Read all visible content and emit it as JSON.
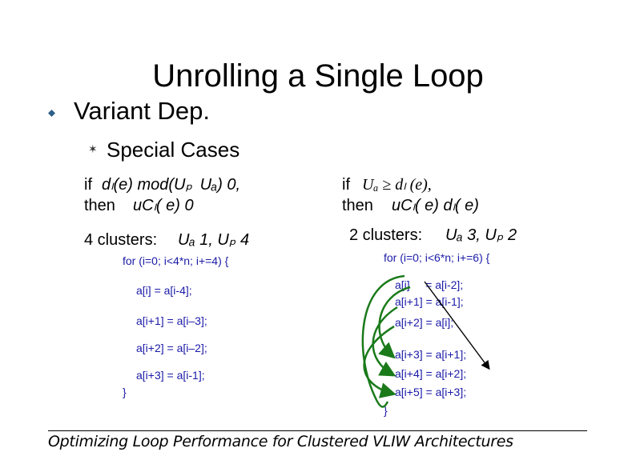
{
  "slide": {
    "title": "Unrolling a Single Loop",
    "bullet1": "Variant Dep.",
    "bullet2": "Special Cases",
    "footer": "Optimizing Loop Performance for Clustered VLIW Architectures"
  },
  "left": {
    "if_label": "if",
    "cond": "dₗ(e) mod(Uₚ  Uₐ) 0,",
    "then_label": "then",
    "result": "uCₗ( e) 0",
    "clusters_label": "4 clusters:",
    "clusters_math": "Uₐ 1, Uₚ 4",
    "code": {
      "for_line": "for (i=0; i<4*n; i+=4)  {",
      "lines": [
        "a[i] = a[i-4];",
        "a[i+1] = a[i–3];",
        "a[i+2] = a[i–2];",
        "a[i+3] = a[i-1];"
      ],
      "close": "}"
    }
  },
  "right": {
    "if_label": "if",
    "cond": "Uₐ ≥ dₗ (e),",
    "then_label": "then",
    "result": "uCₗ( e) dₗ( e)",
    "clusters_label": "2 clusters:",
    "clusters_math": "Uₐ 3, Uₚ 2",
    "code": {
      "for_line": "for (i=0; i<6*n; i+=6)  {",
      "lines": [
        "a[i]     = a[i-2];",
        "a[i+1] = a[i-1];",
        "a[i+2] = a[i];",
        "a[i+3] = a[i+1];",
        "a[i+4] = a[i+2];",
        "a[i+5] = a[i+3];"
      ],
      "close": "}"
    }
  },
  "colors": {
    "arrow": "#1a7a1a",
    "code_blue": "#1a1aa8",
    "bullet": "#2e5f8a"
  }
}
